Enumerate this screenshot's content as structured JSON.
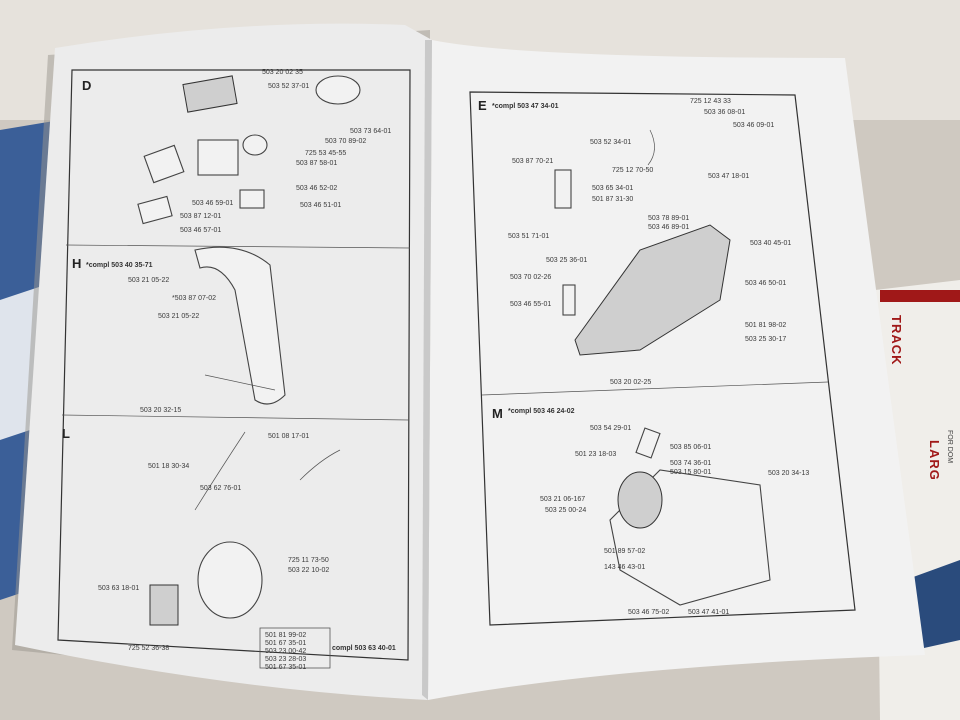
{
  "left_page": {
    "section_d": {
      "letter": "D",
      "parts": [
        "503 20 02 35",
        "503 52 37-01",
        "503 73 64-01",
        "503 70 89-02",
        "725 53 45-55",
        "503 87 58-01",
        "503 46 52-02",
        "503 46 51-01",
        "503 46 59-01",
        "503 87 12-01",
        "503 46 57-01"
      ]
    },
    "section_h": {
      "letter": "H",
      "header": "*compl 503 40 35-71",
      "parts": [
        "503 21 05-22",
        "*503 87 07-02",
        "503 21 05-22",
        "503 20 32-15"
      ]
    },
    "section_l": {
      "letter": "L",
      "parts": [
        "501 08 17-01",
        "501 18 30-34",
        "503 62 76-01",
        "503 63 18-01",
        "725 11 73-50",
        "503 22 10-02",
        "725 52 36-38"
      ],
      "group": [
        "501 81 99-02",
        "501 67 35-01",
        "503 23 00-42",
        "503 23 28-03",
        "501 67 35-01"
      ],
      "header": "compl 503 63 40-01"
    }
  },
  "right_page": {
    "section_e": {
      "letter": "E",
      "header": "*compl 503 47 34-01",
      "parts": [
        "725 12 43 33",
        "503 36 08-01",
        "503 52 34-01",
        "503 46 09-01",
        "725 12 70-50",
        "503 47 18-01",
        "503 87 70-21",
        "503 65 34-01",
        "501 87 31-30",
        "503 78 89-01",
        "503 46 89-01",
        "503 51 71-01",
        "503 25 36-01",
        "503 40 45-01",
        "503 70 02-26",
        "503 46 55-01",
        "503 46 50-01",
        "501 81 98-02",
        "503 25 30-17",
        "503 20 02-25"
      ]
    },
    "section_m": {
      "letter": "M",
      "header": "*compl 503 46 24-02",
      "parts": [
        "503 54 29-01",
        "501 23 18-03",
        "503 85 06-01",
        "503 74 36-01",
        "503 15 80-01",
        "503 20 34-13",
        "503 21 06-167",
        "503 25 00-24",
        "501 89 57-02",
        "143 46 43-01",
        "503 46 75-02",
        "503 47 41-01"
      ]
    }
  },
  "box": {
    "brand_fragment": "TRACK",
    "word_fragment": "LARG",
    "sub_fragment": "FOR DOM"
  },
  "colors": {
    "page": "#eeeeee",
    "ink": "#333333",
    "box_red": "#a01818",
    "box_blue": "#2a4b7c"
  }
}
